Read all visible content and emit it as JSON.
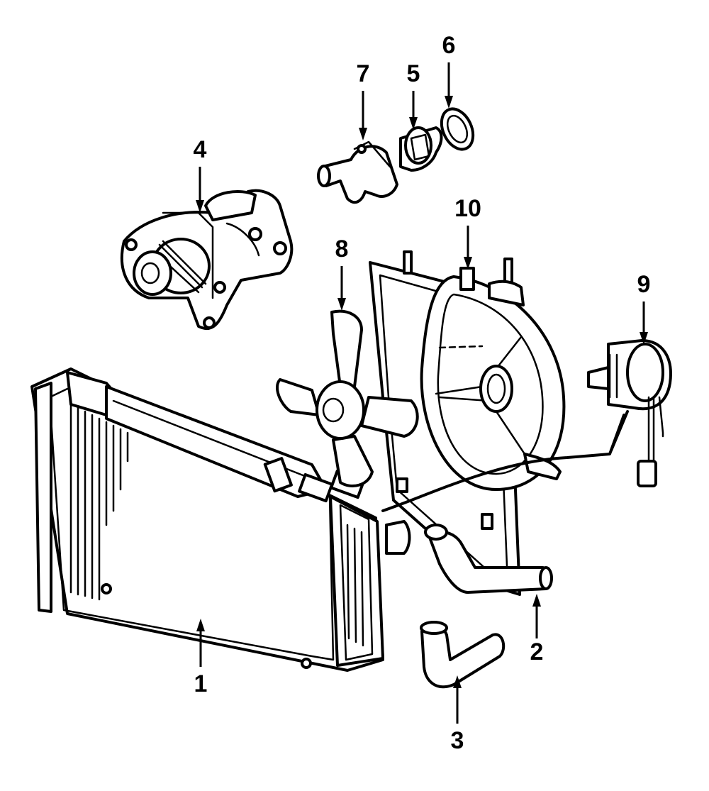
{
  "diagram": {
    "callouts": [
      {
        "id": "1",
        "text": "1"
      },
      {
        "id": "2",
        "text": "2"
      },
      {
        "id": "3",
        "text": "3"
      },
      {
        "id": "4",
        "text": "4"
      },
      {
        "id": "5",
        "text": "5"
      },
      {
        "id": "6",
        "text": "6"
      },
      {
        "id": "7",
        "text": "7"
      },
      {
        "id": "8",
        "text": "8"
      },
      {
        "id": "9",
        "text": "9"
      },
      {
        "id": "10",
        "text": "10"
      }
    ],
    "parts": {
      "radiator": "radiator-icon",
      "upper_hose": "hose-icon",
      "lower_hose": "hose-icon",
      "water_pump": "water-pump-icon",
      "thermostat": "thermostat-icon",
      "gasket": "gasket-icon",
      "water_outlet": "water-outlet-icon",
      "fan_blade": "fan-blade-icon",
      "fan_motor": "fan-motor-icon",
      "fan_shroud": "fan-shroud-icon"
    },
    "colors": {
      "line": "#000000",
      "background": "#ffffff"
    }
  }
}
